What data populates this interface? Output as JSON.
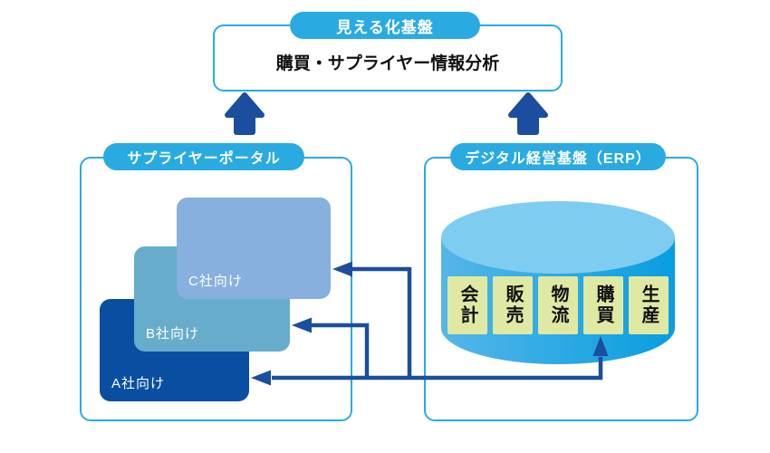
{
  "colors": {
    "accent_blue": "#29ABE2",
    "arrow_navy": "#1B4E9E",
    "card_a": "#0A4EA2",
    "card_b": "#68ACCB",
    "card_c": "#87B0DE",
    "cylinder_top": "#7FCCF1",
    "cylinder_body_left": "#54B6E8",
    "cylinder_body_right": "#089EE0",
    "module_bg": "#DFE9A4"
  },
  "top_box": {
    "badge": "見える化基盤",
    "label": "購買・サプライヤー情報分析"
  },
  "supplier_portal": {
    "badge": "サプライヤーポータル",
    "cards": [
      {
        "label": "C社向け"
      },
      {
        "label": "B社向け"
      },
      {
        "label": "A社向け"
      }
    ]
  },
  "erp": {
    "badge": "デジタル経営基盤（ERP）",
    "modules": [
      {
        "label": "会計"
      },
      {
        "label": "販売"
      },
      {
        "label": "物流"
      },
      {
        "label": "購買"
      },
      {
        "label": "生産"
      }
    ]
  }
}
